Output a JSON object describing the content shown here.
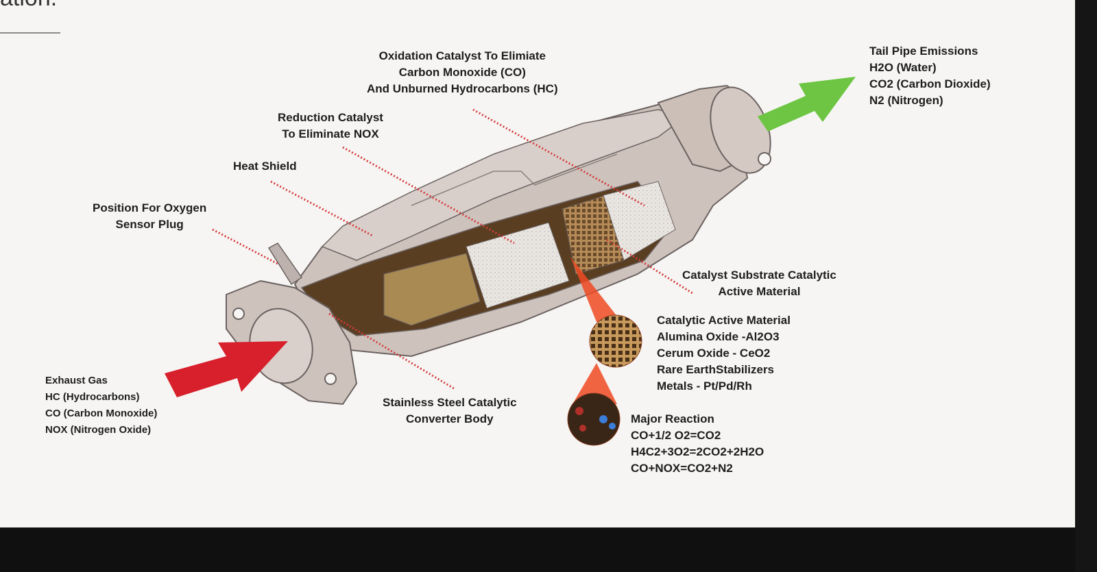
{
  "header_fragment": "ation.",
  "labels": {
    "oxidation": [
      "Oxidation Catalyst To Elimiate",
      "Carbon Monoxide (CO)",
      "And Unburned Hydrocarbons (HC)"
    ],
    "reduction": [
      "Reduction Catalyst",
      "To Eliminate NOX"
    ],
    "heat_shield": [
      "Heat Shield"
    ],
    "oxygen_sensor": [
      "Position For Oxygen",
      "Sensor Plug"
    ],
    "tail_pipe": [
      "Tail Pipe Emissions",
      "H2O (Water)",
      "CO2 (Carbon Dioxide)",
      "N2 (Nitrogen)"
    ],
    "substrate": [
      "Catalyst Substrate Catalytic",
      "Active Material"
    ],
    "active_material": [
      "Catalytic Active Material",
      "Alumina Oxide -Al2O3",
      "Cerum Oxide - CeO2",
      "Rare EarthStabilizers",
      "Metals - Pt/Pd/Rh"
    ],
    "major_reaction": [
      "Major Reaction",
      "CO+1/2 O2=CO2",
      "H4C2+3O2=2CO2+2H2O",
      "CO+NOX=CO2+N2"
    ],
    "exhaust_gas": [
      "Exhaust Gas",
      "HC (Hydrocarbons)",
      "CO (Carbon Monoxide)",
      "NOX (Nitrogen Oxide)"
    ],
    "body": [
      "Stainless Steel Catalytic",
      "Converter Body"
    ]
  },
  "colors": {
    "inlet_arrow": "#d8202c",
    "outlet_arrow": "#6ec544",
    "leader_dots": "#d43d3d",
    "converter_shell": "#cdc2bc",
    "outline": "#6b6260",
    "zoom_cone": "#ef4a22",
    "substrate_fill": "#e8e4df"
  }
}
